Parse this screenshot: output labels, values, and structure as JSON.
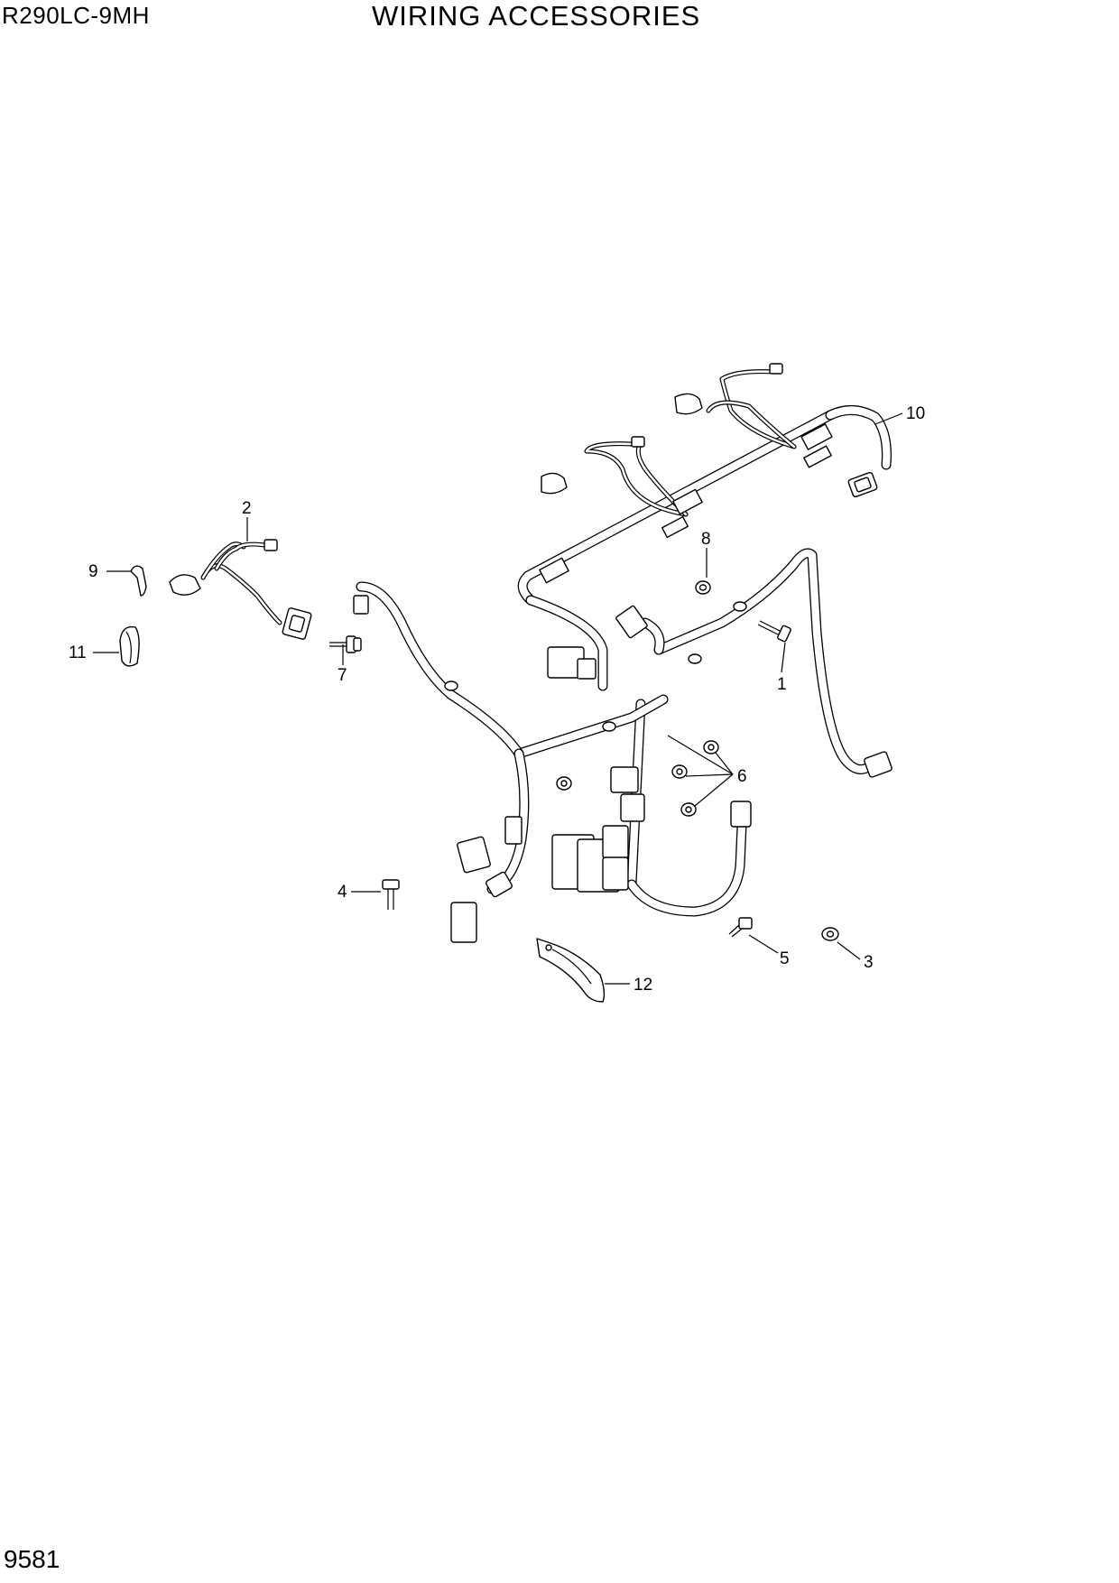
{
  "header": {
    "model": "R290LC-9MH",
    "title": "WIRING ACCESSORIES"
  },
  "footer": {
    "page_number": "9581"
  },
  "callouts": {
    "c1": "1",
    "c2": "2",
    "c3": "3",
    "c4": "4",
    "c5": "5",
    "c6": "6",
    "c7": "7",
    "c8": "8",
    "c9": "9",
    "c10": "10",
    "c11": "11",
    "c12": "12"
  }
}
